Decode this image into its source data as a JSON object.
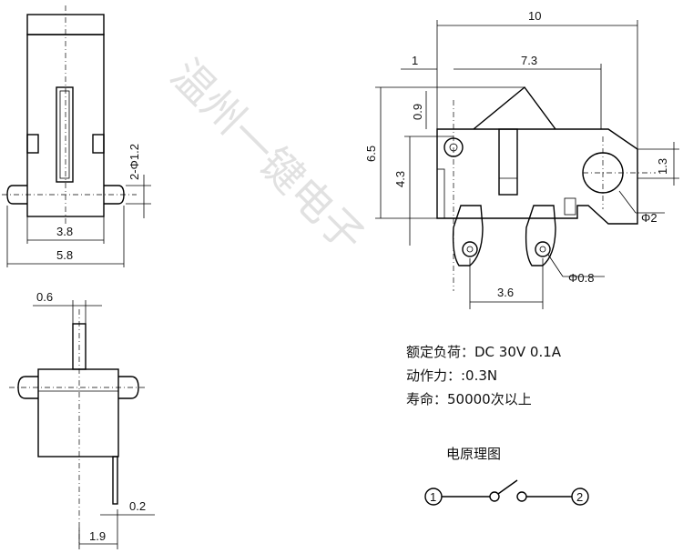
{
  "watermark": "温州一键电子",
  "dims": {
    "front_pin_dia": "2-Φ1.2",
    "front_inner_width": "3.8",
    "front_outer_width": "5.8",
    "side_pin_width": "0.6",
    "side_lead_thk": "0.2",
    "side_offset": "1.9",
    "top_total_width": "10",
    "top_offset": "1",
    "top_width_73": "7.3",
    "top_height_65": "6.5",
    "top_height_43": "4.3",
    "top_09": "0.9",
    "top_13": "1.3",
    "hole_dia": "Φ2",
    "pin_hole_dia": "Φ0.8",
    "pin_pitch": "3.6"
  },
  "specs": {
    "rating": "额定负荷：DC 30V 0.1A",
    "force": "动作力：:0.3N",
    "life": "寿命：50000次以上"
  },
  "schematic": {
    "title": "电原理图",
    "terminal_1": "1",
    "terminal_2": "2"
  }
}
